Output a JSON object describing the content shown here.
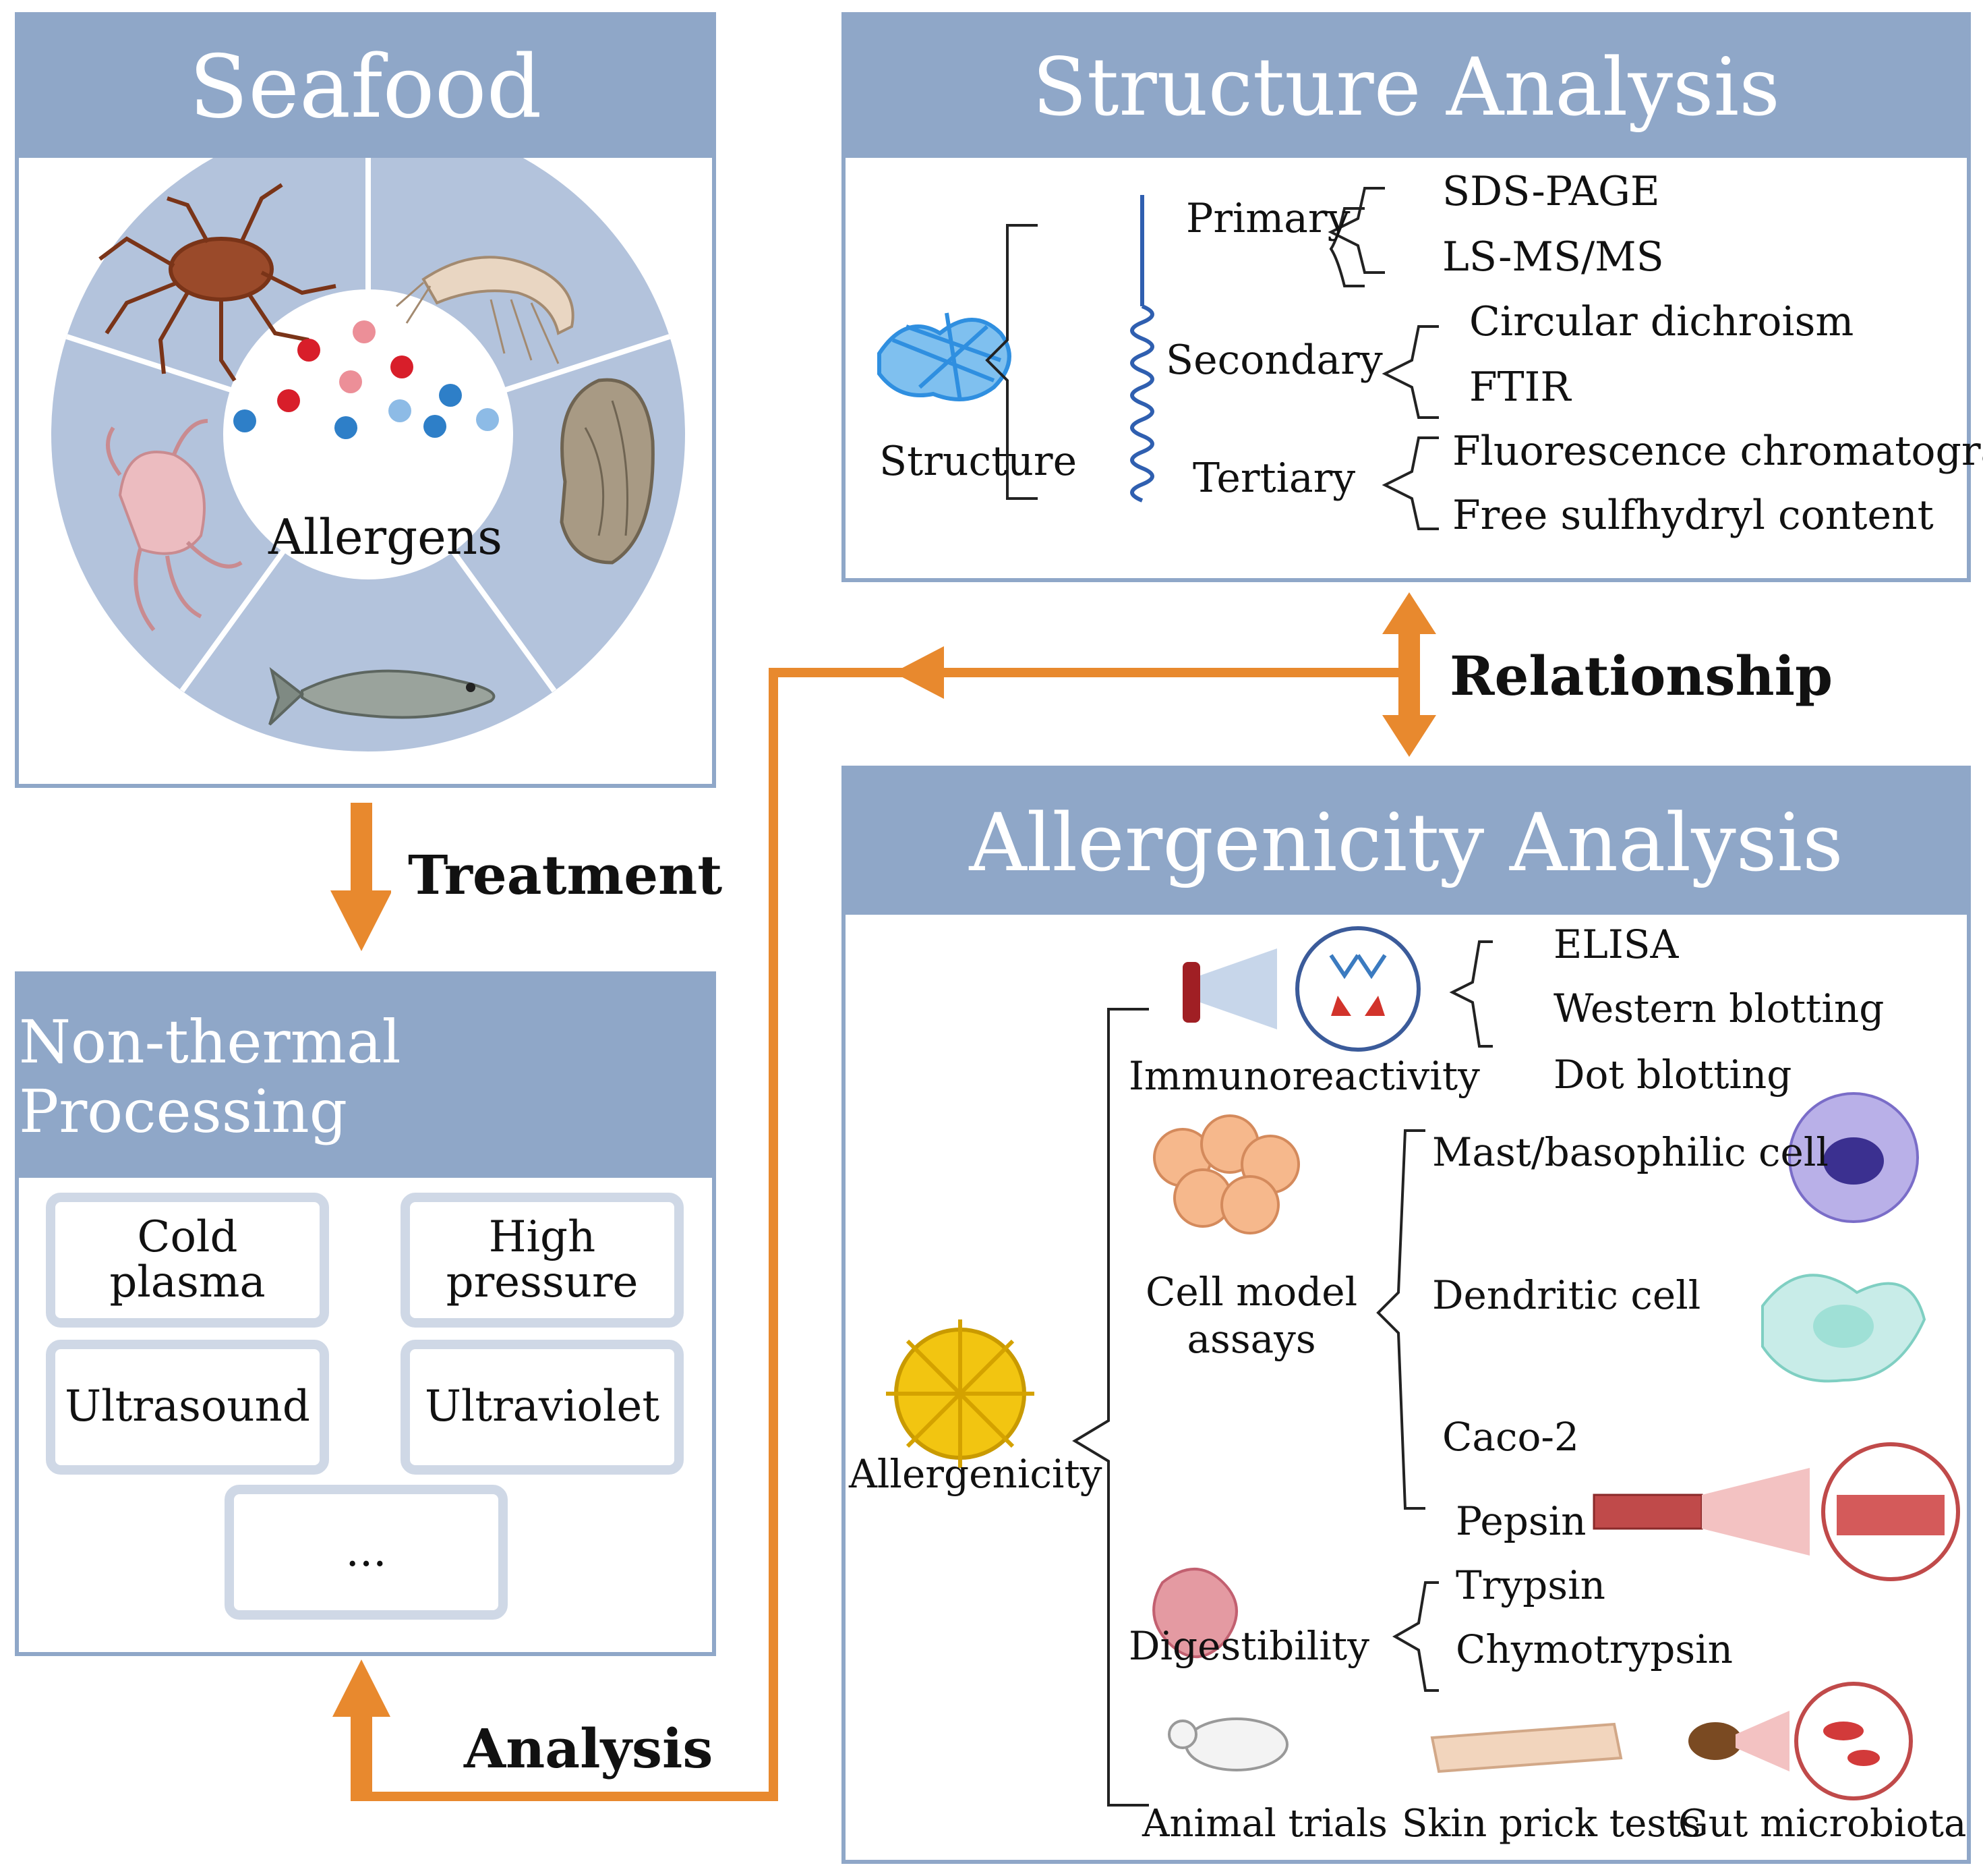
{
  "seafood": {
    "title": "Seafood",
    "center_label": "Allergens"
  },
  "treatment": {
    "label": "Treatment"
  },
  "non_thermal": {
    "title": "Non-thermal Processing",
    "methods": [
      "Cold\nplasma",
      "High\npressure",
      "Ultrasound",
      "Ultraviolet",
      "..."
    ]
  },
  "analysis_label": "Analysis",
  "relationship_label": "Relationship",
  "structure": {
    "title": "Structure Analysis",
    "root": "Structure",
    "primary": "Primary",
    "primary_methods": [
      "SDS-PAGE",
      "LS-MS/MS"
    ],
    "secondary": "Secondary",
    "secondary_methods": [
      "Circular dichroism",
      "FTIR"
    ],
    "tertiary": "Tertiary",
    "tertiary_methods": [
      "Fluorescence chromatography",
      "Free sulfhydryl content"
    ]
  },
  "allergenicity": {
    "title": "Allergenicity Analysis",
    "root": "Allergenicity",
    "immuno": "Immunoreactivity",
    "immuno_methods": [
      "ELISA",
      "Western blotting",
      "Dot blotting"
    ],
    "cell_model": "Cell model\nassays",
    "cell_methods": [
      "Mast/basophilic cell",
      "Dendritic cell",
      "Caco-2"
    ],
    "digest": "Digestibility",
    "digest_methods": [
      "Pepsin",
      "Trypsin",
      "Chymotrypsin"
    ],
    "animal": "Animal trials",
    "skin": "Skin prick tests",
    "gut": "Gut microbiota"
  },
  "colors": {
    "panel_blue": "#8fa7c8",
    "orange": "#e8892e",
    "sector_blue": "#b3c3dc"
  }
}
